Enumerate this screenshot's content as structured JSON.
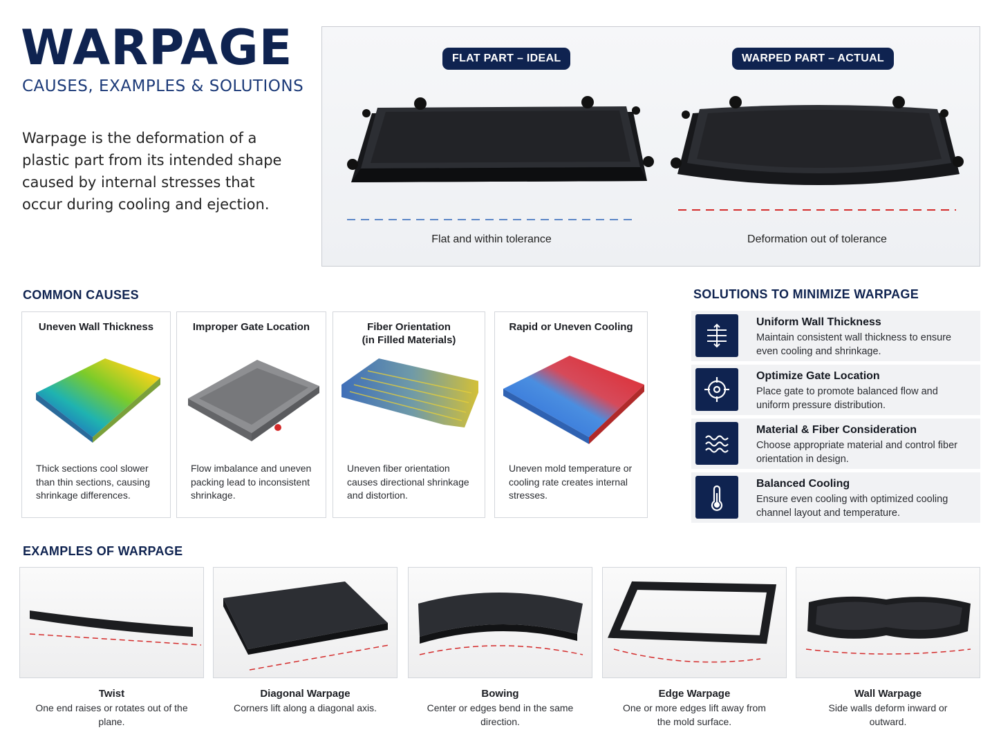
{
  "header": {
    "title": "WARPAGE",
    "subtitle": "CAUSES, EXAMPLES & SOLUTIONS",
    "intro": "Warpage is the deformation of a plastic part from its intended shape caused by internal stresses that occur during cooling and ejection."
  },
  "comparison": {
    "flat_label": "FLAT PART – IDEAL",
    "warped_label": "WARPED PART – ACTUAL",
    "flat_caption": "Flat and within tolerance",
    "warped_caption": "Deformation out of tolerance"
  },
  "causes": {
    "heading": "COMMON CAUSES",
    "items": [
      {
        "title": "Uneven Wall Thickness",
        "desc": "Thick sections cool slower than thin sections, causing shrinkage differences."
      },
      {
        "title": "Improper Gate Location",
        "desc": "Flow imbalance and uneven packing lead to inconsistent shrinkage."
      },
      {
        "title": "Fiber Orientation\n(in Filled Materials)",
        "desc": "Uneven fiber orientation causes directional shrinkage and distortion."
      },
      {
        "title": "Rapid or Uneven Cooling",
        "desc": "Uneven mold temperature or cooling rate creates internal stresses."
      }
    ]
  },
  "solutions": {
    "heading": "SOLUTIONS TO MINIMIZE WARPAGE",
    "items": [
      {
        "title": "Uniform Wall Thickness",
        "desc": "Maintain consistent wall thickness to ensure even cooling and shrinkage.",
        "icon": "wall-thickness-icon"
      },
      {
        "title": "Optimize Gate Location",
        "desc": "Place gate to promote balanced flow and uniform pressure distribution.",
        "icon": "crosshair-icon"
      },
      {
        "title": "Material & Fiber Consideration",
        "desc": "Choose appropriate material and control fiber orientation in design.",
        "icon": "waves-icon"
      },
      {
        "title": "Balanced Cooling",
        "desc": "Ensure even cooling with optimized cooling channel layout and temperature.",
        "icon": "thermometer-icon"
      }
    ]
  },
  "examples": {
    "heading": "EXAMPLES OF WARPAGE",
    "items": [
      {
        "title": "Twist",
        "desc": "One end raises or rotates out of the plane."
      },
      {
        "title": "Diagonal Warpage",
        "desc": "Corners lift along a diagonal axis."
      },
      {
        "title": "Bowing",
        "desc": "Center or edges bend in the same direction."
      },
      {
        "title": "Edge Warpage",
        "desc": "One or more edges lift away from the mold surface."
      },
      {
        "title": "Wall Warpage",
        "desc": "Side walls deform inward or outward."
      }
    ]
  },
  "colors": {
    "navy": "#0f2350",
    "ideal_line": "#5b86c6",
    "tolerance_line": "#d42a2a",
    "part_black": "#1c1d20"
  }
}
